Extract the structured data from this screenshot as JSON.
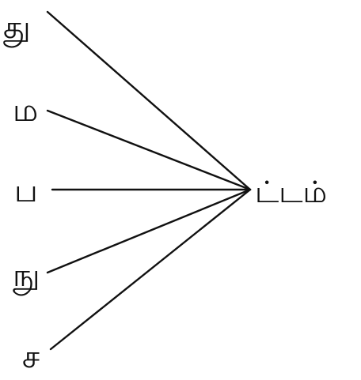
{
  "diagram": {
    "prefixes": [
      {
        "letter": "து"
      },
      {
        "letter": "ம"
      },
      {
        "letter": "ப"
      },
      {
        "letter": "நு"
      },
      {
        "letter": "ச"
      }
    ],
    "suffix": "ட்டம்",
    "ink_color": "#111111"
  }
}
